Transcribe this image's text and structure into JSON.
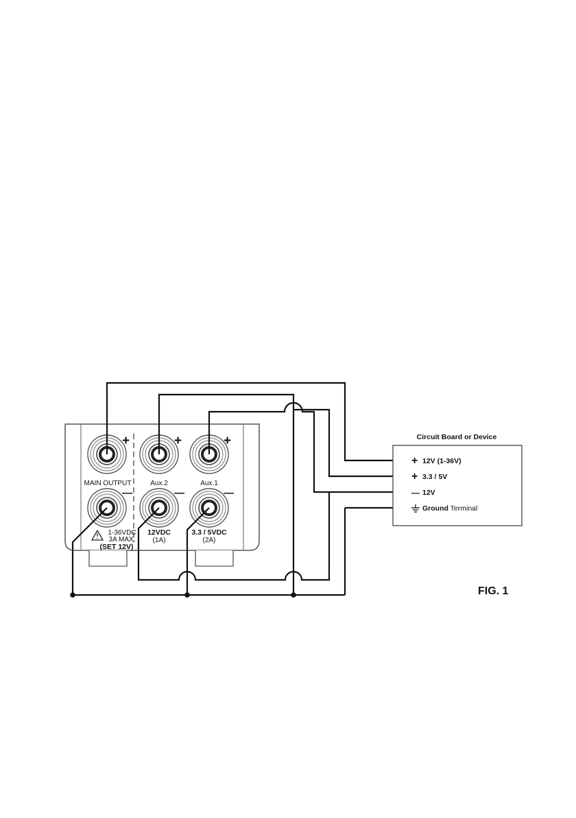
{
  "panel": {
    "main_output_label": "MAIN OUTPUT",
    "aux2_label": "Aux.2",
    "aux1_label": "Aux.1",
    "main_spec_line1": "1-36VDC",
    "main_spec_line2": "3A MAX.",
    "main_spec_line3": "(SET 12V)",
    "aux2_spec_line1": "12VDC",
    "aux2_spec_line2": "(1A)",
    "aux1_spec_line1": "3.3 / 5VDC",
    "aux1_spec_line2": "(2A)",
    "plus_symbol": "+",
    "minus_symbol": "—",
    "warning_icon": "warning-triangle-icon"
  },
  "device": {
    "title": "Circuit Board or Device",
    "terminals": [
      {
        "symbol": "+",
        "label": "12V (1-36V)"
      },
      {
        "symbol": "+",
        "label": "3.3 / 5V"
      },
      {
        "symbol": "—",
        "label": "12V"
      },
      {
        "symbol": "ground-icon",
        "label_bold": "Ground",
        "label_rest": " Terminal"
      }
    ]
  },
  "figure": {
    "caption": "FIG. 1"
  }
}
